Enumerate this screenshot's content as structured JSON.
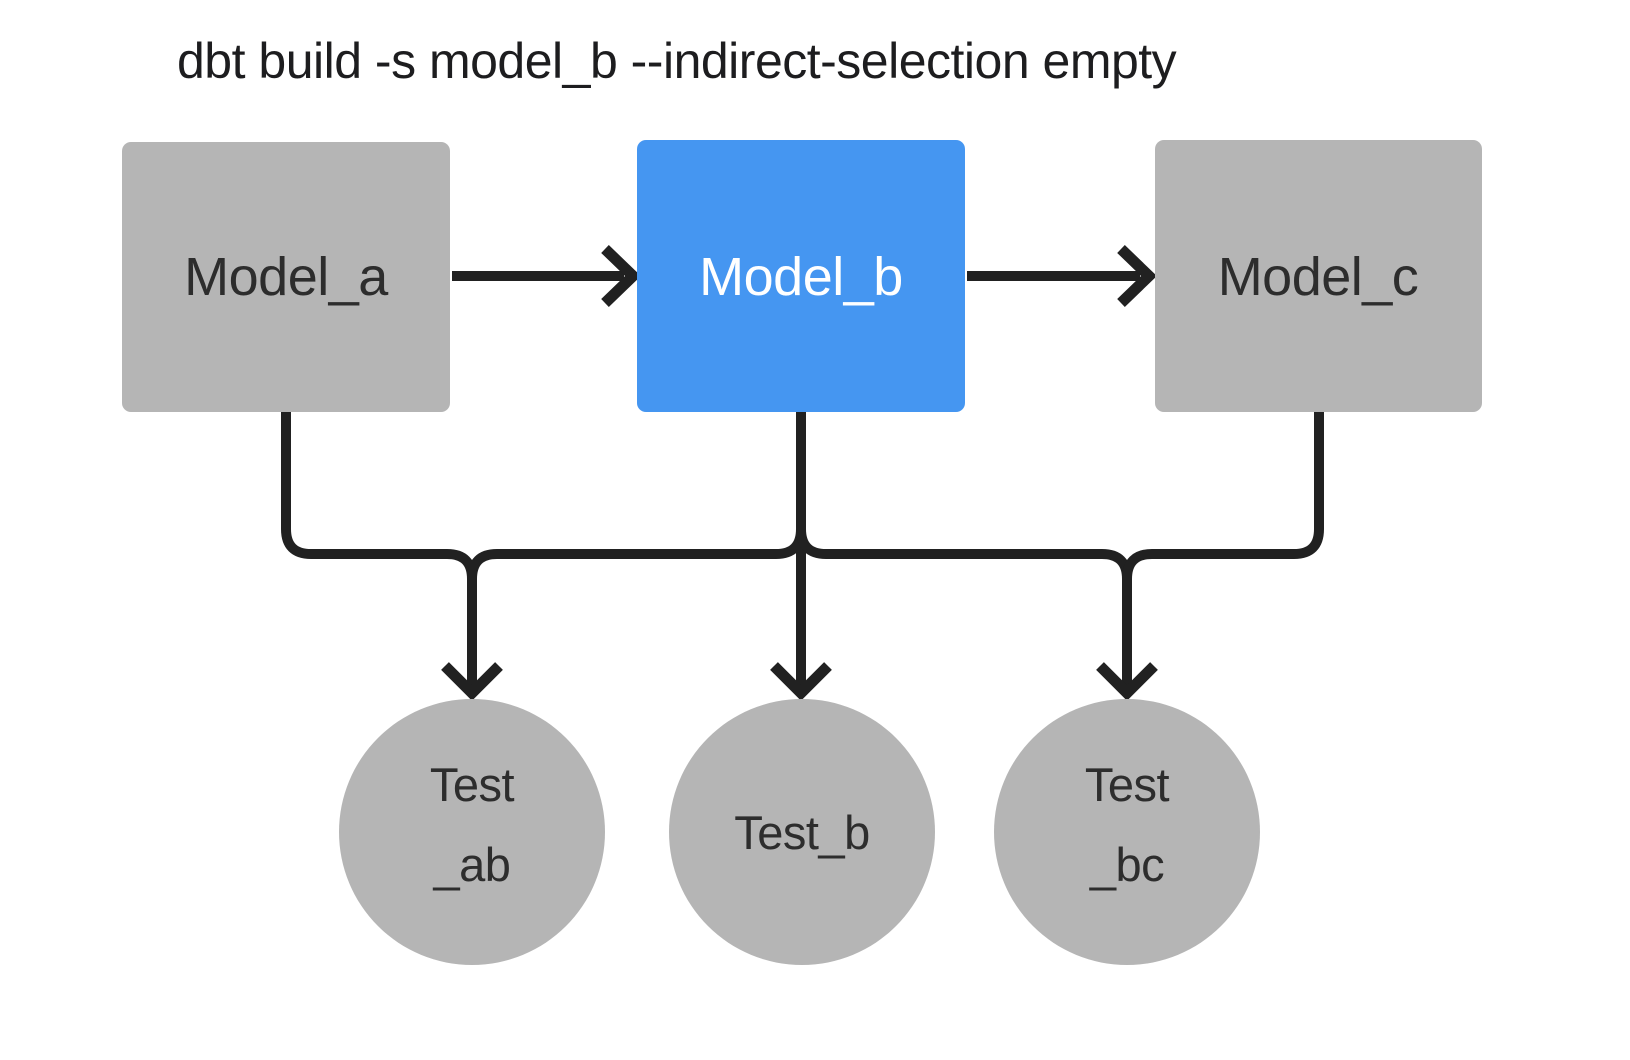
{
  "title": "dbt build -s model_b --indirect-selection empty",
  "colors": {
    "background": "#ffffff",
    "node-gray": "#b5b5b5",
    "node-selected": "#4596f1",
    "edge": "#212121",
    "label-dark": "#2d2d2d",
    "label-light": "#ffffff",
    "title-color": "#1d1d1f"
  },
  "nodes": {
    "model_a": {
      "label": "Model_a",
      "kind": "model",
      "selected": false
    },
    "model_b": {
      "label": "Model_b",
      "kind": "model",
      "selected": true
    },
    "model_c": {
      "label": "Model_c",
      "kind": "model",
      "selected": false
    },
    "test_ab": {
      "line1": "Test",
      "line2": "_ab",
      "kind": "test",
      "selected": false
    },
    "test_b": {
      "line1": "Test_b",
      "kind": "test",
      "selected": false
    },
    "test_bc": {
      "line1": "Test",
      "line2": "_bc",
      "kind": "test",
      "selected": false
    }
  },
  "edges": [
    {
      "from": "model_a",
      "to": "model_b"
    },
    {
      "from": "model_b",
      "to": "model_c"
    },
    {
      "from": "model_a",
      "to": "test_ab"
    },
    {
      "from": "model_b",
      "to": "test_ab"
    },
    {
      "from": "model_b",
      "to": "test_b"
    },
    {
      "from": "model_b",
      "to": "test_bc"
    },
    {
      "from": "model_c",
      "to": "test_bc"
    }
  ]
}
